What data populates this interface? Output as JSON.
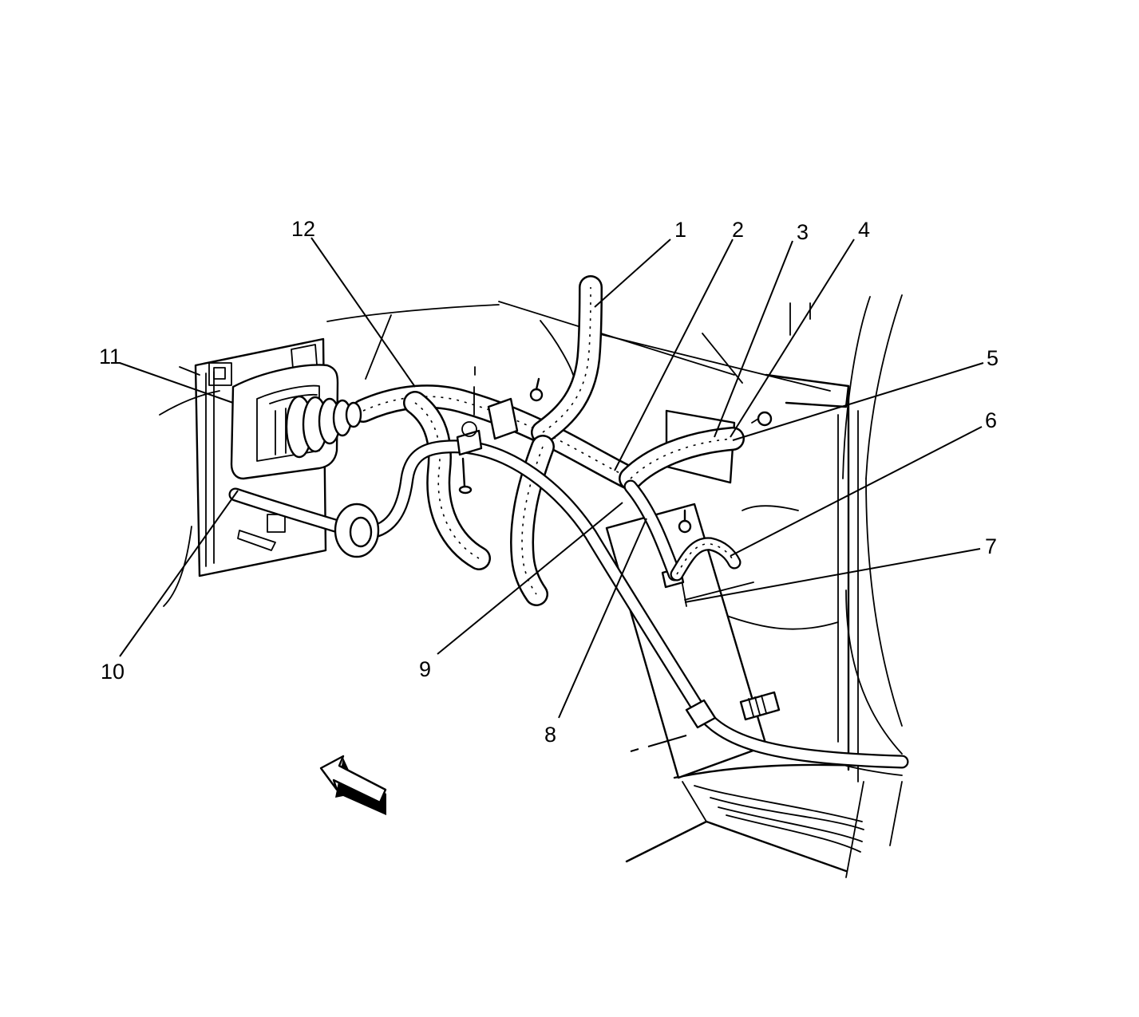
{
  "callouts": [
    {
      "id": "1",
      "label": "1"
    },
    {
      "id": "2",
      "label": "2"
    },
    {
      "id": "3",
      "label": "3"
    },
    {
      "id": "4",
      "label": "4"
    },
    {
      "id": "5",
      "label": "5"
    },
    {
      "id": "6",
      "label": "6"
    },
    {
      "id": "7",
      "label": "7"
    },
    {
      "id": "8",
      "label": "8"
    },
    {
      "id": "9",
      "label": "9"
    },
    {
      "id": "10",
      "label": "10"
    },
    {
      "id": "11",
      "label": "11"
    },
    {
      "id": "12",
      "label": "12"
    }
  ],
  "icons": {
    "view_arrow": "view-direction-arrow-icon"
  }
}
